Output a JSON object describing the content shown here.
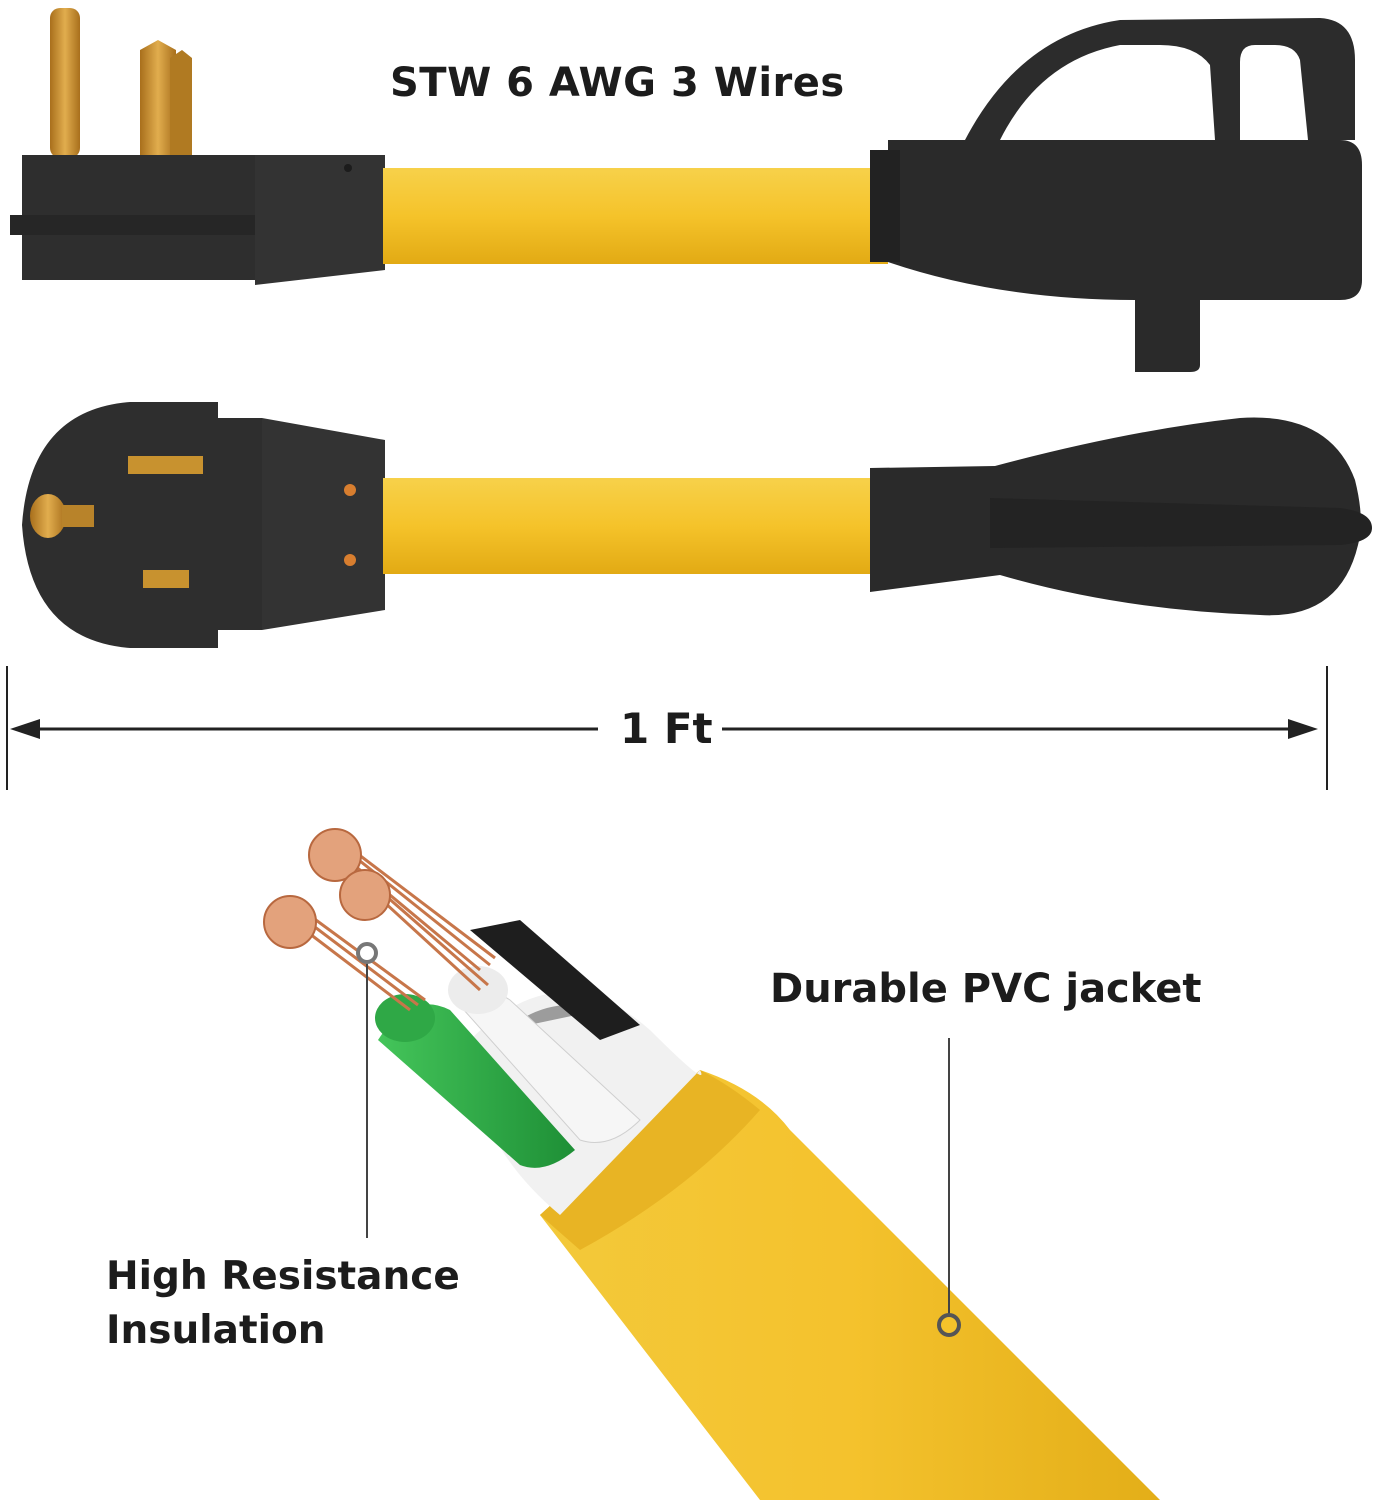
{
  "product": {
    "cable_spec": "STW 6 AWG 3 Wires",
    "length_label": "1 Ft",
    "callouts": {
      "jacket": "Durable PVC jacket",
      "insulation": "High Resistance Insulation"
    }
  },
  "colors": {
    "cable_yellow": "#F5C32A",
    "plug_black": "#2B2B2B",
    "prong_brass": "#C8922F",
    "insulation_green": "#34B24A",
    "copper": "#D98A5B"
  },
  "icons": [
    "plug-side-view",
    "plug-face-view",
    "cable-cross-section"
  ]
}
